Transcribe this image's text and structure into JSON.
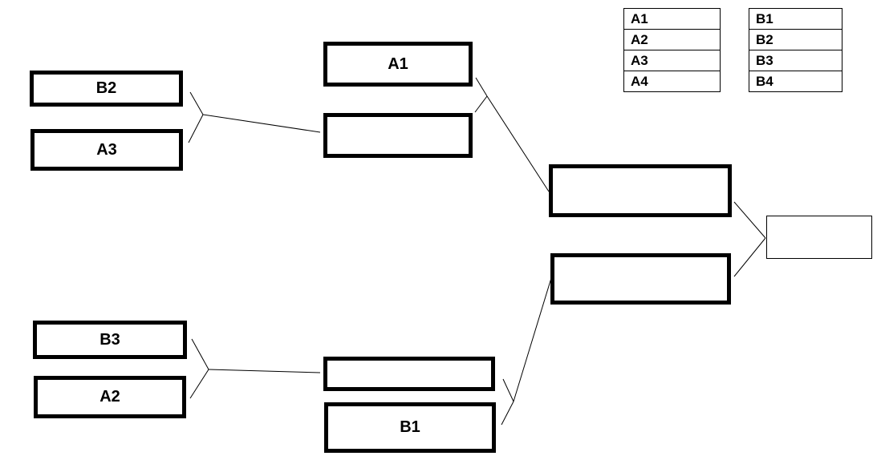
{
  "colors": {
    "background": "#ffffff",
    "line": "#000000",
    "box_fill": "#ffffff",
    "box_border": "#000000"
  },
  "bracket": {
    "boxes": {
      "b2": "B2",
      "a3": "A3",
      "a1": "A1",
      "b3": "B3",
      "a2": "A2",
      "b1": "B1",
      "winner_top": "",
      "winner_bottom": "",
      "semi_top": "",
      "semi_bottom": "",
      "final": ""
    }
  },
  "lists": {
    "a": {
      "items": [
        "A1",
        "A2",
        "A3",
        "A4"
      ]
    },
    "b": {
      "items": [
        "B1",
        "B2",
        "B3",
        "B4"
      ]
    }
  }
}
